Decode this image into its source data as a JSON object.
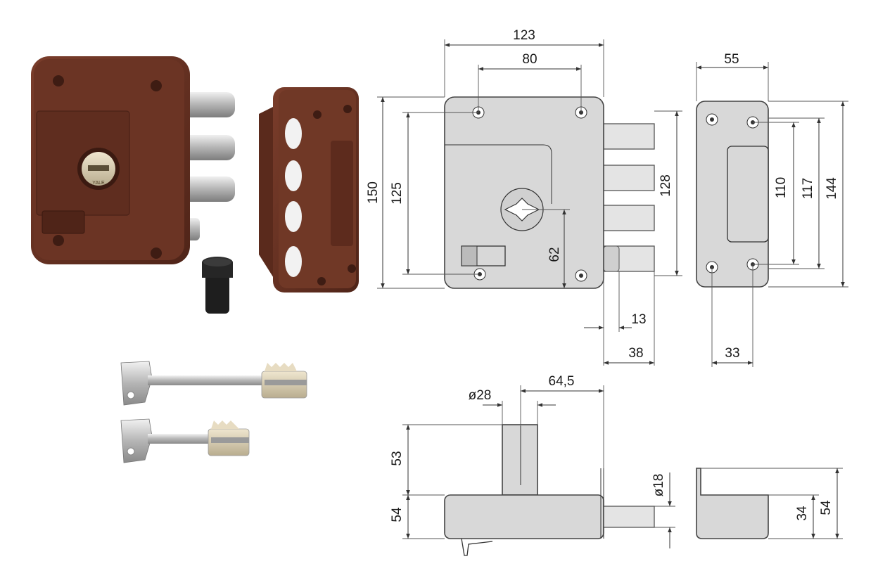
{
  "colors": {
    "lock_body": "#6b3424",
    "lock_body_dark": "#4a2218",
    "drawing_fill": "#d8d8d8",
    "steel": "#c4c4c4",
    "background": "#ffffff"
  },
  "photo": {
    "cylinder_logo": "YALE"
  },
  "front_view": {
    "width": "123",
    "hole_spacing": "80",
    "height": "150",
    "inner_height": "125",
    "bolt_span": "128",
    "key_height": "62",
    "latch_length": "13",
    "bolt_projection": "38"
  },
  "strike_view": {
    "width": "55",
    "h110": "110",
    "h117": "117",
    "h144": "144",
    "hole_offset": "33"
  },
  "bottom_view": {
    "cylinder_diameter": "ø28",
    "cylinder_offset": "64,5",
    "cylinder_length": "53",
    "body_depth": "54",
    "bolt_diameter": "ø18",
    "strike_depth_inner": "34",
    "strike_depth_outer": "54"
  }
}
